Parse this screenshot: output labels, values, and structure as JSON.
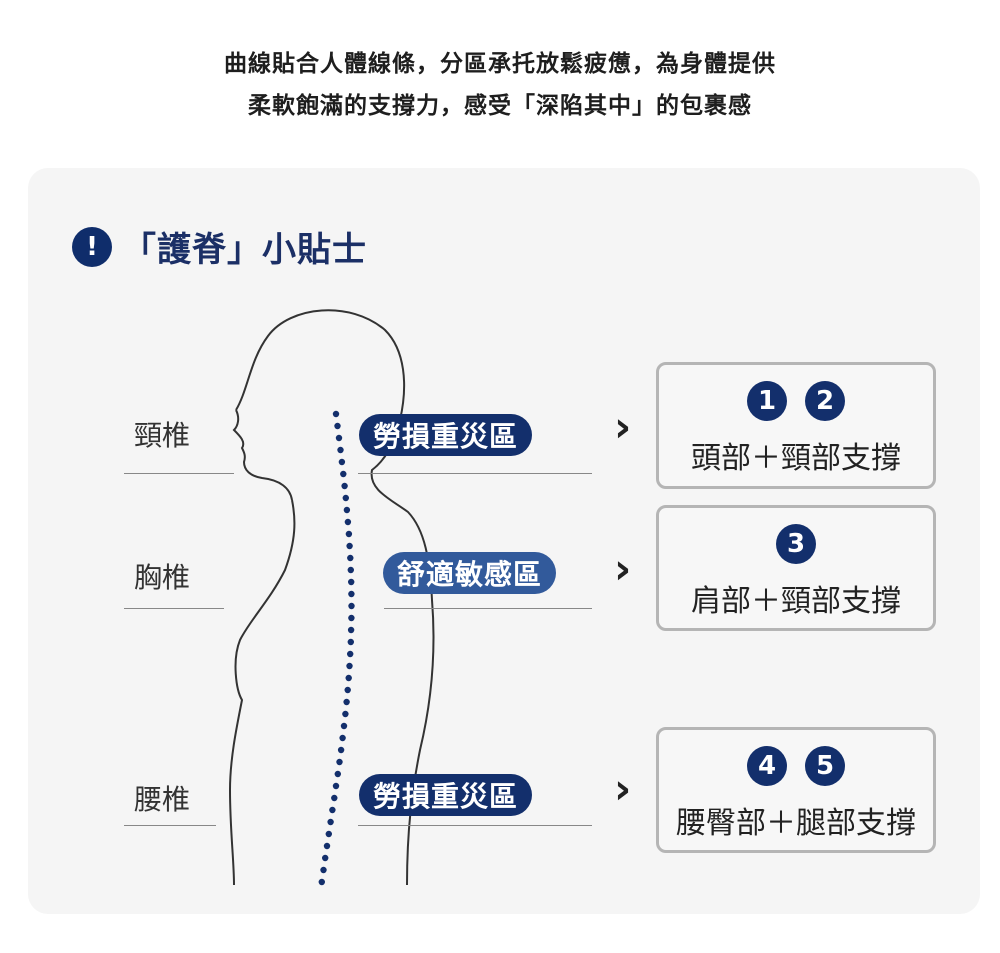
{
  "intro": {
    "line1": "曲線貼合人體線條，分區承托放鬆疲憊，為身體提供",
    "line2": "柔軟飽滿的支撐力，感受「深陷其中」的包裹感"
  },
  "tip": {
    "icon": "!",
    "title": "「護脊」小貼士"
  },
  "rows": [
    {
      "spine_label": "頸椎",
      "zone": "勞損重災區",
      "numbers": [
        "1",
        "2"
      ],
      "support": "頭部＋頸部支撐"
    },
    {
      "spine_label": "胸椎",
      "zone": "舒適敏感區",
      "numbers": [
        "3"
      ],
      "support": "肩部＋頸部支撐"
    },
    {
      "spine_label": "腰椎",
      "zone": "勞損重災區",
      "numbers": [
        "4",
        "5"
      ],
      "support": "腰臀部＋腿部支撐"
    }
  ],
  "arrow_glyph": "›",
  "colors": {
    "navy": "#132f6c",
    "mid_blue": "#325a9b",
    "card_bg": "#f5f5f5"
  }
}
